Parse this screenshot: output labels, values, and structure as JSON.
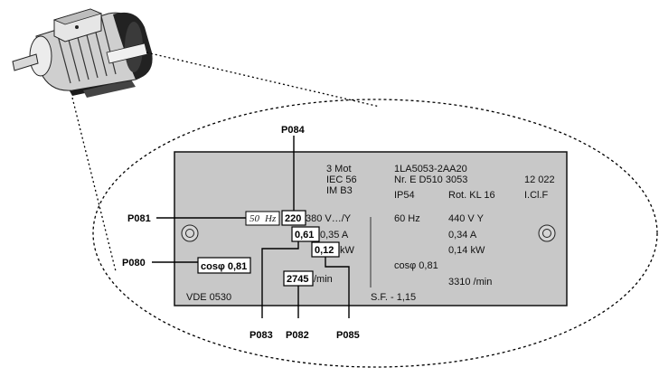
{
  "plate": {
    "left_col": {
      "line1": "3  Mot",
      "line2": "IEC 56",
      "line3": "IM B3"
    },
    "mid_col": {
      "line1": "1LA5053-2AA20",
      "line2": "Nr. E D510 3053",
      "line3a": "IP54",
      "line3b": "Rot. KL 16"
    },
    "right_col": {
      "line1": "12 022",
      "line2": "I.Cl.F"
    },
    "left_values": {
      "v_unit": "380 V…/Y",
      "a_value": "0,35 A",
      "kw_unit": "kW",
      "rpm_unit": "/min"
    },
    "right_values": {
      "hz": "60 Hz",
      "v": "440 V Y",
      "a": "0,34 A",
      "kw": "0,14 kW",
      "cos": "cosφ 0,81",
      "rpm": "3310 /min"
    },
    "footer": {
      "vde": "VDE 0530",
      "sf": "S.F. - 1,15"
    }
  },
  "boxes": {
    "hz": {
      "value": "50",
      "unit": "Hz"
    },
    "voltage": "220",
    "current": "0,61",
    "power": "0,12",
    "speed": "2745",
    "cos": "cosφ 0,81"
  },
  "params": {
    "p080": "P080",
    "p081": "P081",
    "p082": "P082",
    "p083": "P083",
    "p084": "P084",
    "p085": "P085"
  }
}
